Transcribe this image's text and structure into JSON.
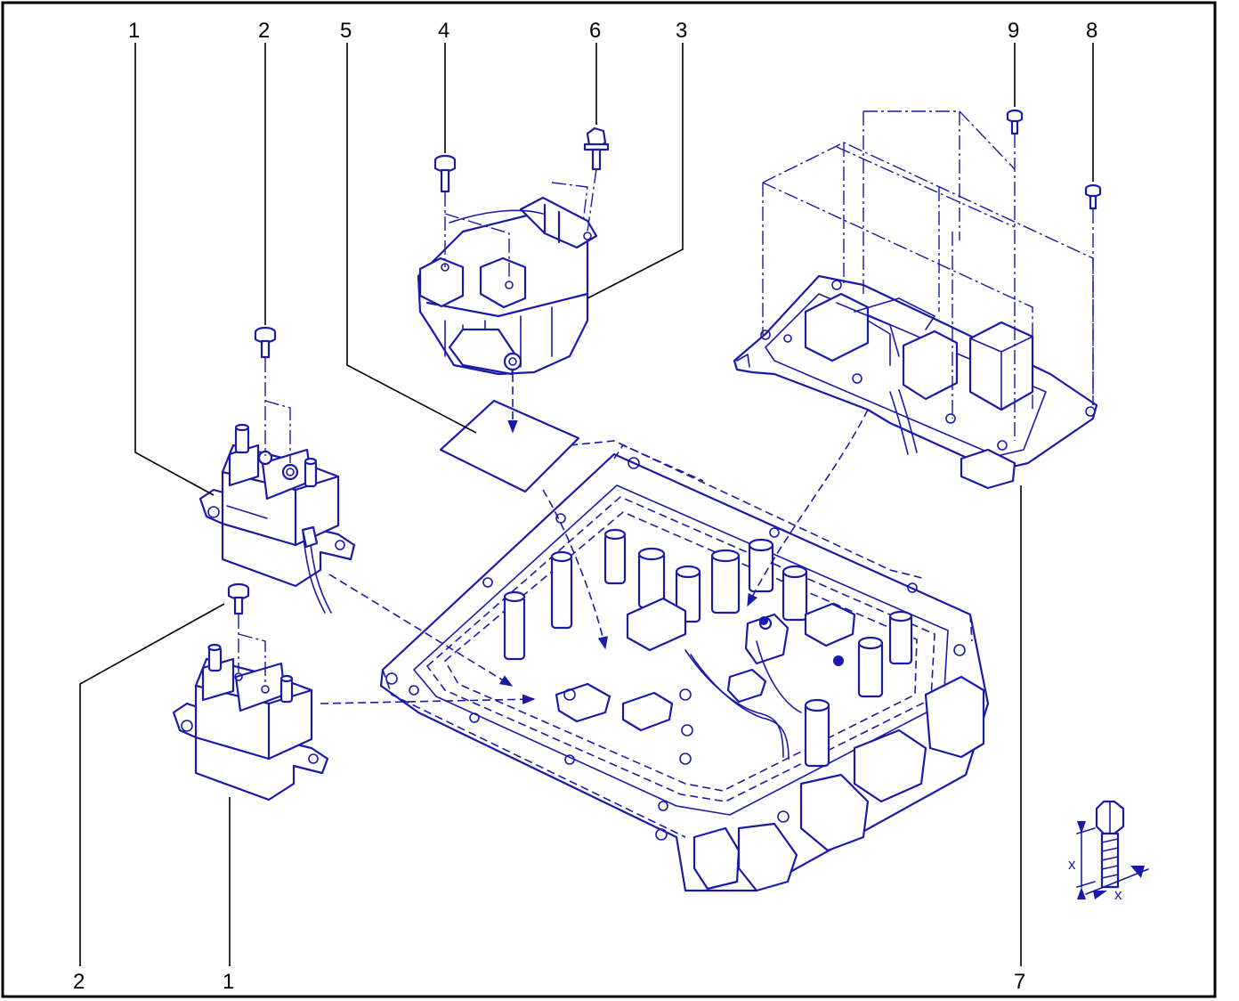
{
  "callouts": {
    "c1_top": "1",
    "c2_top": "2",
    "c5": "5",
    "c4": "4",
    "c6": "6",
    "c3": "3",
    "c9": "9",
    "c8": "8",
    "c2_bottom": "2",
    "c1_bottom": "1",
    "c7": "7"
  },
  "torque_legend": {
    "dim_vertical": "x",
    "dim_angled": "x"
  },
  "colors": {
    "line_art": "#1a1aa8",
    "leader_lines": "#000000",
    "background": "#ffffff"
  }
}
